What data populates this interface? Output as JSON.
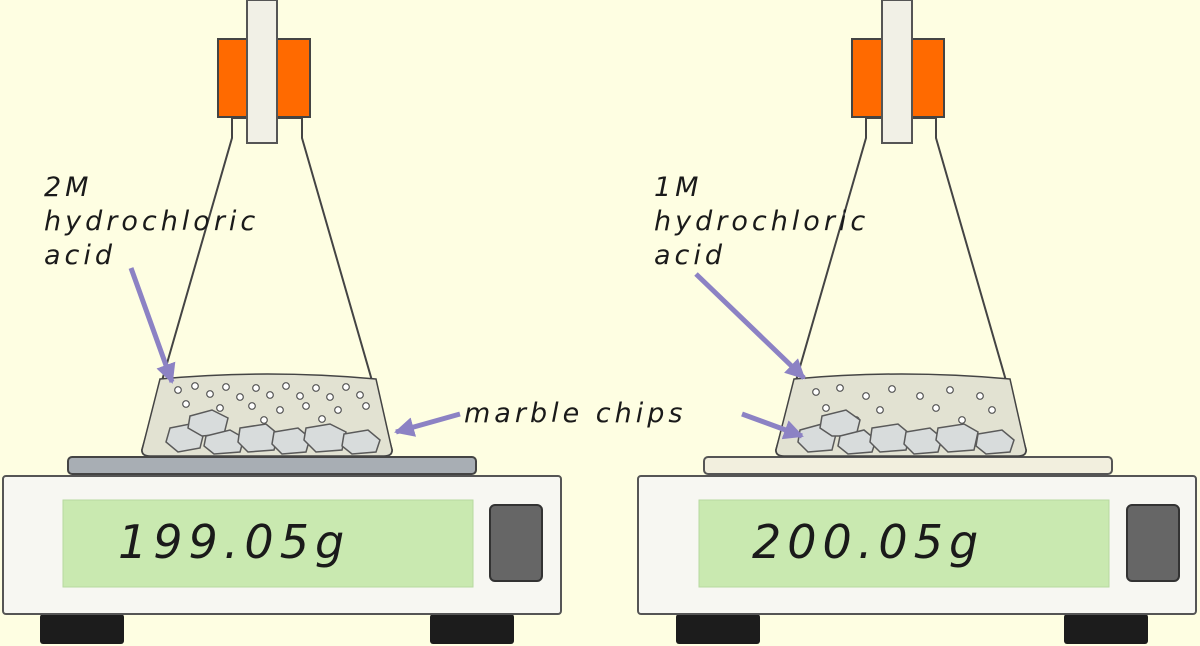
{
  "colors": {
    "background": "#fefee2",
    "stopper": "#ff6a00",
    "arrow": "#8c82c4",
    "display": "#c9e9b0",
    "scale_body": "#f7f7f2",
    "acid": "#e2e2d2"
  },
  "left_setup": {
    "acid_label": [
      "2M",
      "hydrochloric",
      "acid"
    ],
    "reading": "199.05g"
  },
  "right_setup": {
    "acid_label": [
      "1M",
      "hydrochloric",
      "acid"
    ],
    "reading": "200.05g"
  },
  "marble_label": "marble chips"
}
